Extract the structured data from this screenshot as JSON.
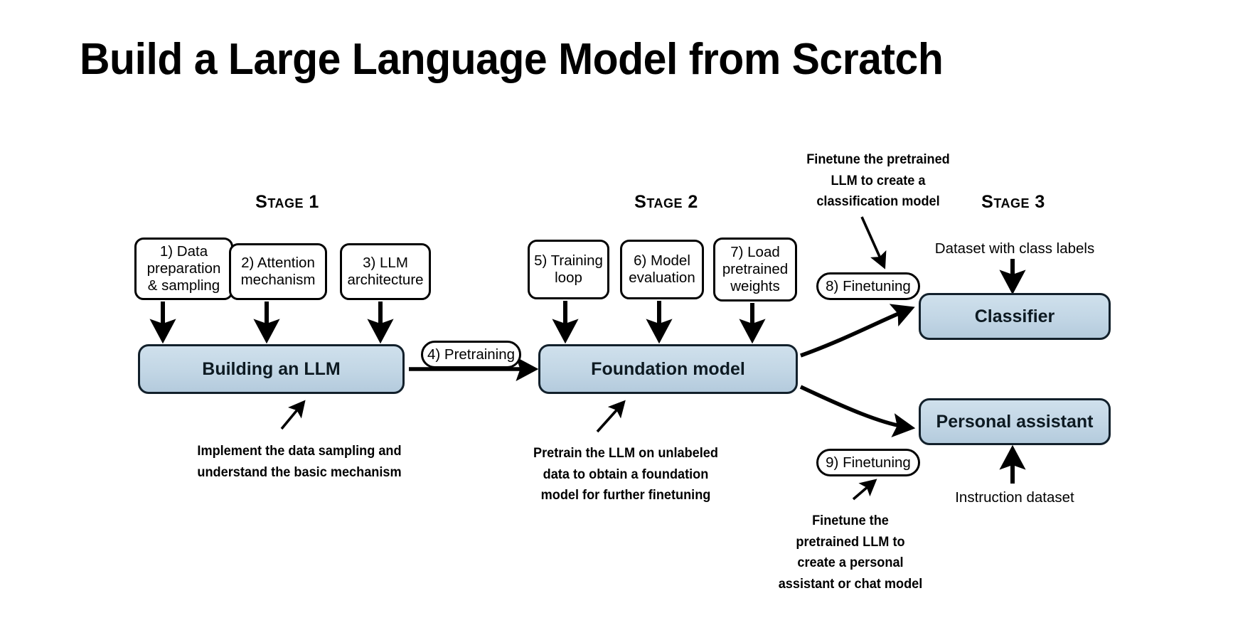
{
  "title": "Build a Large Language Model from Scratch",
  "stages": [
    {
      "id": "stage-1",
      "label": "Stage 1"
    },
    {
      "id": "stage-2",
      "label": "Stage 2"
    },
    {
      "id": "stage-3",
      "label": "Stage 3"
    }
  ],
  "steps": [
    {
      "id": "step-1",
      "label": "1) Data preparation & sampling"
    },
    {
      "id": "step-2",
      "label": "2) Attention mechanism"
    },
    {
      "id": "step-3",
      "label": "3) LLM architecture"
    },
    {
      "id": "step-5",
      "label": "5) Training loop"
    },
    {
      "id": "step-6",
      "label": "6) Model evaluation"
    },
    {
      "id": "step-7",
      "label": "7) Load pretrained weights"
    }
  ],
  "pills": [
    {
      "id": "step-4",
      "label": "4) Pretraining"
    },
    {
      "id": "step-8",
      "label": "8) Finetuning"
    },
    {
      "id": "step-9",
      "label": "9) Finetuning"
    }
  ],
  "blue_boxes": [
    {
      "id": "building-an-llm",
      "label": "Building an LLM"
    },
    {
      "id": "foundation-model",
      "label": "Foundation model"
    },
    {
      "id": "classifier",
      "label": "Classifier"
    },
    {
      "id": "personal-assistant",
      "label": "Personal assistant"
    }
  ],
  "captions": [
    {
      "id": "dataset-class-labels",
      "label": "Dataset with class labels"
    },
    {
      "id": "instruction-dataset",
      "label": "Instruction dataset"
    }
  ],
  "annotations": [
    {
      "id": "annot-stage1",
      "lines": [
        "Implement the data sampling and",
        "understand the basic mechanism"
      ]
    },
    {
      "id": "annot-stage2",
      "lines": [
        "Pretrain the LLM on unlabeled",
        "data to obtain a foundation",
        "model for further finetuning"
      ]
    },
    {
      "id": "annot-classification",
      "lines": [
        "Finetune the pretrained",
        "LLM to create a",
        "classification model"
      ]
    },
    {
      "id": "annot-assistant",
      "lines": [
        "Finetune the",
        "pretrained LLM to",
        "create a personal",
        "assistant or chat model"
      ]
    }
  ],
  "colors": {
    "background": "#ffffff",
    "box_border": "#000000",
    "blue_fill_top": "#cfe0ec",
    "blue_fill_bottom": "#b4cbdd",
    "blue_border": "#12202b",
    "text": "#000000"
  }
}
